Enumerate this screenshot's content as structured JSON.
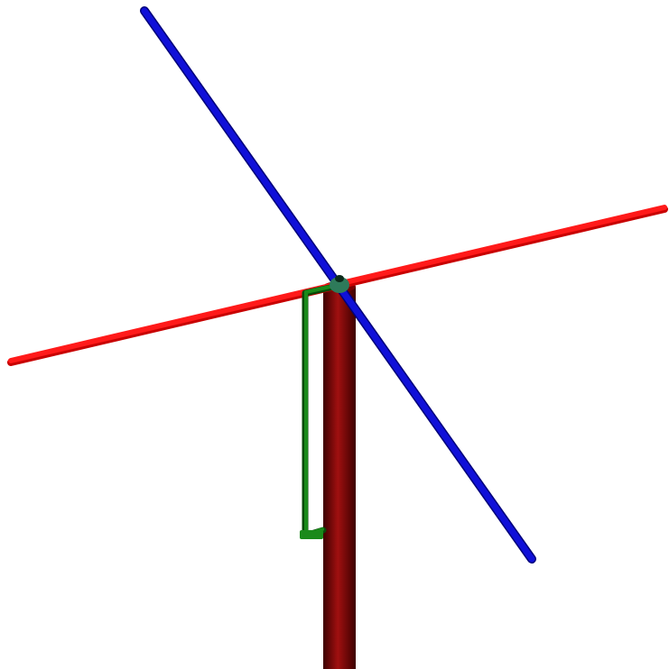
{
  "scene": {
    "type": "3d-model-render",
    "background_color": "#ffffff",
    "parts": [
      {
        "name": "mast",
        "color": "#7a0000",
        "shade_dark": "#3d0000",
        "shade_light": "#a01010"
      },
      {
        "name": "red-rod",
        "color": "#ff1a1a",
        "shade_dark": "#c80000"
      },
      {
        "name": "blue-rod",
        "color": "#1010d8",
        "shade_dark": "#00007a"
      },
      {
        "name": "green-feed-line",
        "color": "#1a8a1a",
        "shade_dark": "#0a4a0a"
      },
      {
        "name": "hub-cap",
        "color": "#2e7a5a",
        "shade_dark": "#0a2a1a"
      }
    ]
  }
}
